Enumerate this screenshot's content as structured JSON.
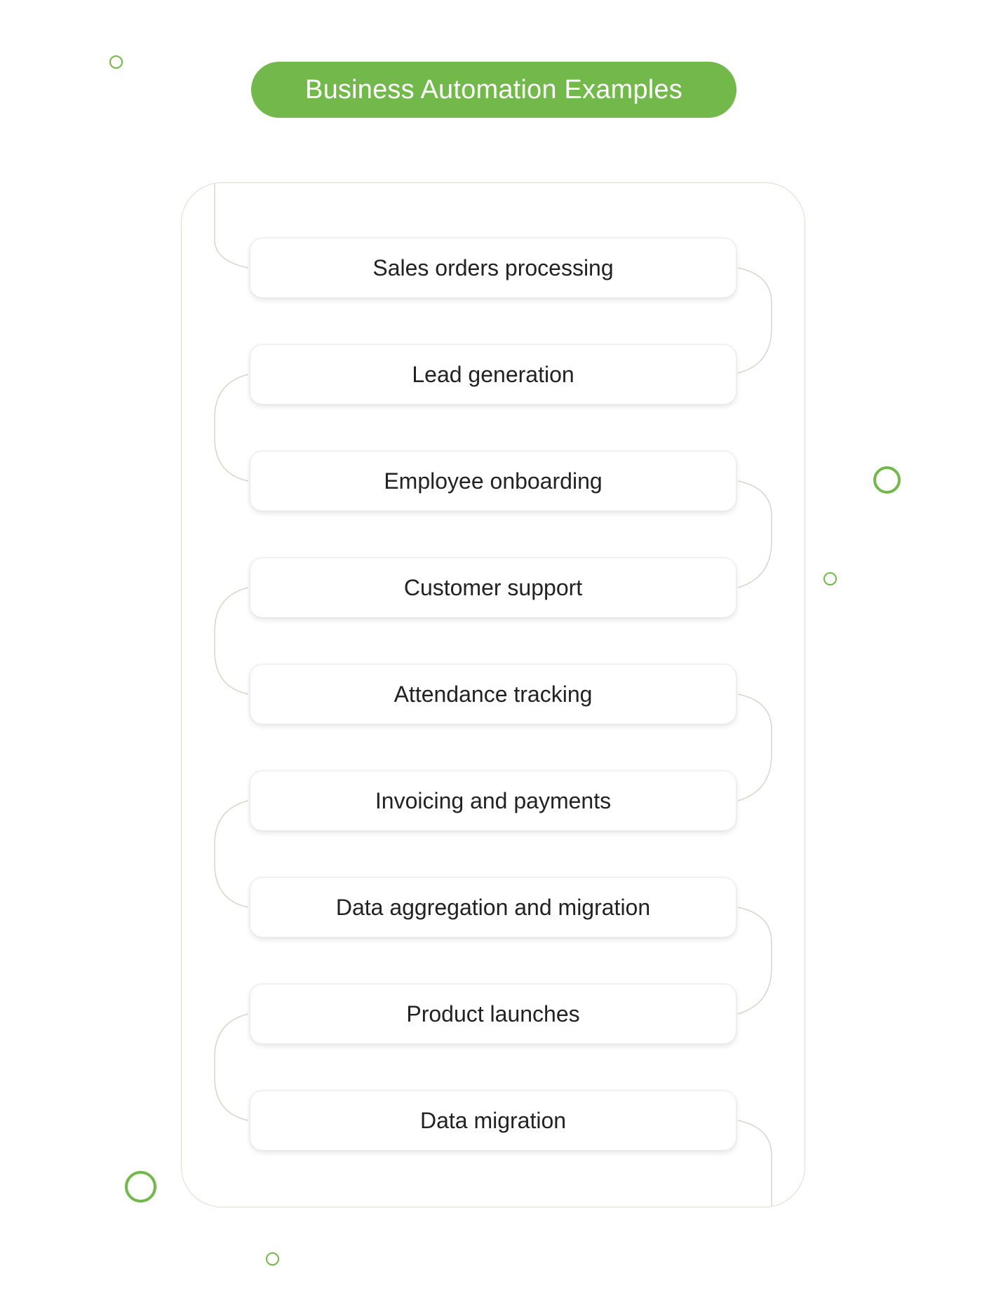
{
  "title": "Business Automation Examples",
  "colors": {
    "accent": "#73b84b",
    "frame_line": "#dcddd3",
    "text": "#222222",
    "background": "#ffffff"
  },
  "steps": [
    {
      "label": "Sales orders processing"
    },
    {
      "label": "Lead generation"
    },
    {
      "label": "Employee onboarding"
    },
    {
      "label": "Customer support"
    },
    {
      "label": "Attendance tracking"
    },
    {
      "label": "Invoicing and payments"
    },
    {
      "label": "Data aggregation and migration"
    },
    {
      "label": "Product launches"
    },
    {
      "label": "Data migration"
    }
  ],
  "decorations": [
    "ring-icon",
    "ring-icon",
    "ring-icon",
    "ring-icon",
    "ring-icon"
  ]
}
